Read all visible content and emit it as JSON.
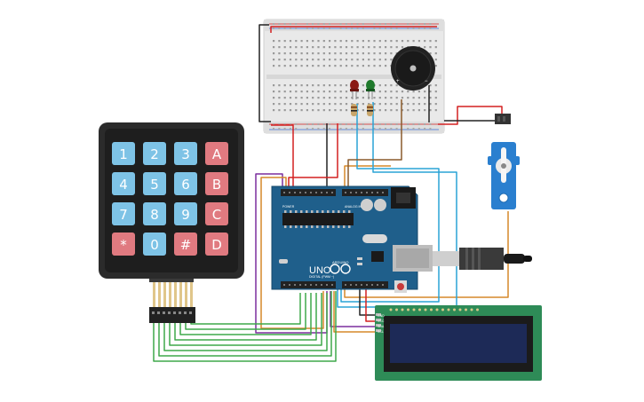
{
  "keypad": {
    "rows": [
      [
        {
          "label": "1",
          "kind": "num"
        },
        {
          "label": "2",
          "kind": "num"
        },
        {
          "label": "3",
          "kind": "num"
        },
        {
          "label": "A",
          "kind": "fn"
        }
      ],
      [
        {
          "label": "4",
          "kind": "num"
        },
        {
          "label": "5",
          "kind": "num"
        },
        {
          "label": "6",
          "kind": "num"
        },
        {
          "label": "B",
          "kind": "fn"
        }
      ],
      [
        {
          "label": "7",
          "kind": "num"
        },
        {
          "label": "8",
          "kind": "num"
        },
        {
          "label": "9",
          "kind": "num"
        },
        {
          "label": "C",
          "kind": "fn"
        }
      ],
      [
        {
          "label": "*",
          "kind": "fn"
        },
        {
          "label": "0",
          "kind": "num"
        },
        {
          "label": "#",
          "kind": "fn"
        },
        {
          "label": "D",
          "kind": "fn"
        }
      ]
    ]
  },
  "arduino": {
    "model_label": "UNO",
    "brand_label": "ARDUINO",
    "digital_label": "DIGITAL (PWM ~)",
    "analog_label": "ANALOG IN",
    "power_label": "POWER"
  },
  "lcd": {
    "pin_labels": [
      "GND",
      "VCC",
      "SDA",
      "SCL"
    ]
  },
  "colors": {
    "board": "#1f5f8b",
    "breadboard": "#e9e9e9",
    "lcd_board": "#2e8b57",
    "lcd_screen": "#1d2a57",
    "keypad_body": "#2b2b2b",
    "key_num": "#7ec3e6",
    "key_fn": "#e07a80",
    "servo": "#2a7fcf",
    "wire_red": "#d32020",
    "wire_black": "#222222",
    "wire_green": "#3ea84a",
    "wire_blue": "#2aa3d6",
    "wire_orange": "#d6892a",
    "wire_purple": "#7b2f9e",
    "wire_brown": "#8a5a2b"
  }
}
